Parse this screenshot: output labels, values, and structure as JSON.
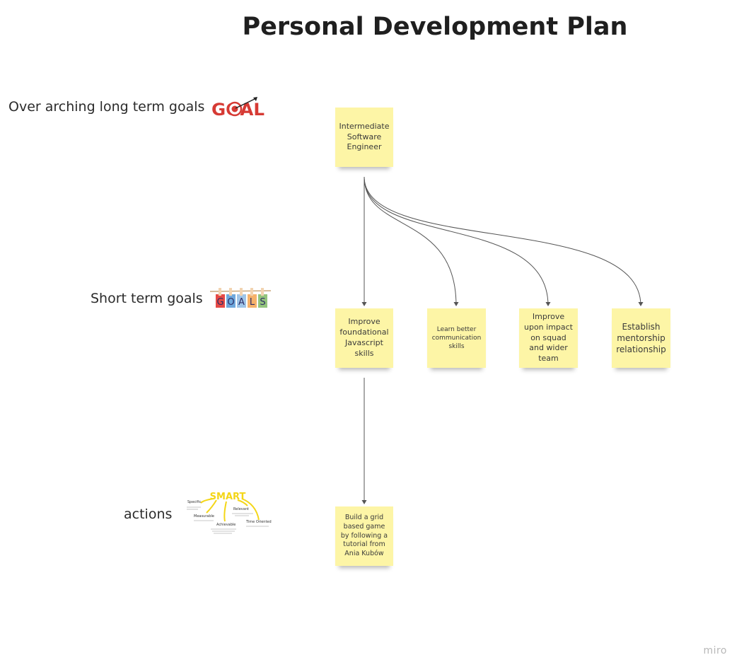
{
  "page": {
    "title": "Personal Development Plan"
  },
  "rows": {
    "long_term": "Over arching long term goals",
    "short_term": "Short term goals",
    "actions": "actions"
  },
  "stickies": {
    "long_term_goal": "Intermediate Software Engineer",
    "short_goal_1": "Improve foundational Javascript skills",
    "short_goal_2": "Learn better communication skills",
    "short_goal_3": "Improve upon impact on squad and wider team",
    "short_goal_4": "Establish mentorship relationship",
    "action_1": "Build a grid based game by following a tutorial from Ania Kubów"
  },
  "icons": {
    "goal_logo": "goal-target-icon",
    "goals_letters": "goals-hanging-letters-icon",
    "smart_diagram": "smart-goals-icon",
    "goal_logo_text": "GOAL",
    "goals_letters_text": [
      "G",
      "O",
      "A",
      "L",
      "S"
    ],
    "smart_title": "SMART",
    "smart_terms": [
      "Specific",
      "Measurable",
      "Achievable",
      "Relevant",
      "Time Oriented"
    ]
  },
  "colors": {
    "sticky": "#fdf5a6",
    "connector": "#555555",
    "goal_red": "#d63a34",
    "smart_yellow": "#f4d617"
  },
  "watermark": "miro"
}
